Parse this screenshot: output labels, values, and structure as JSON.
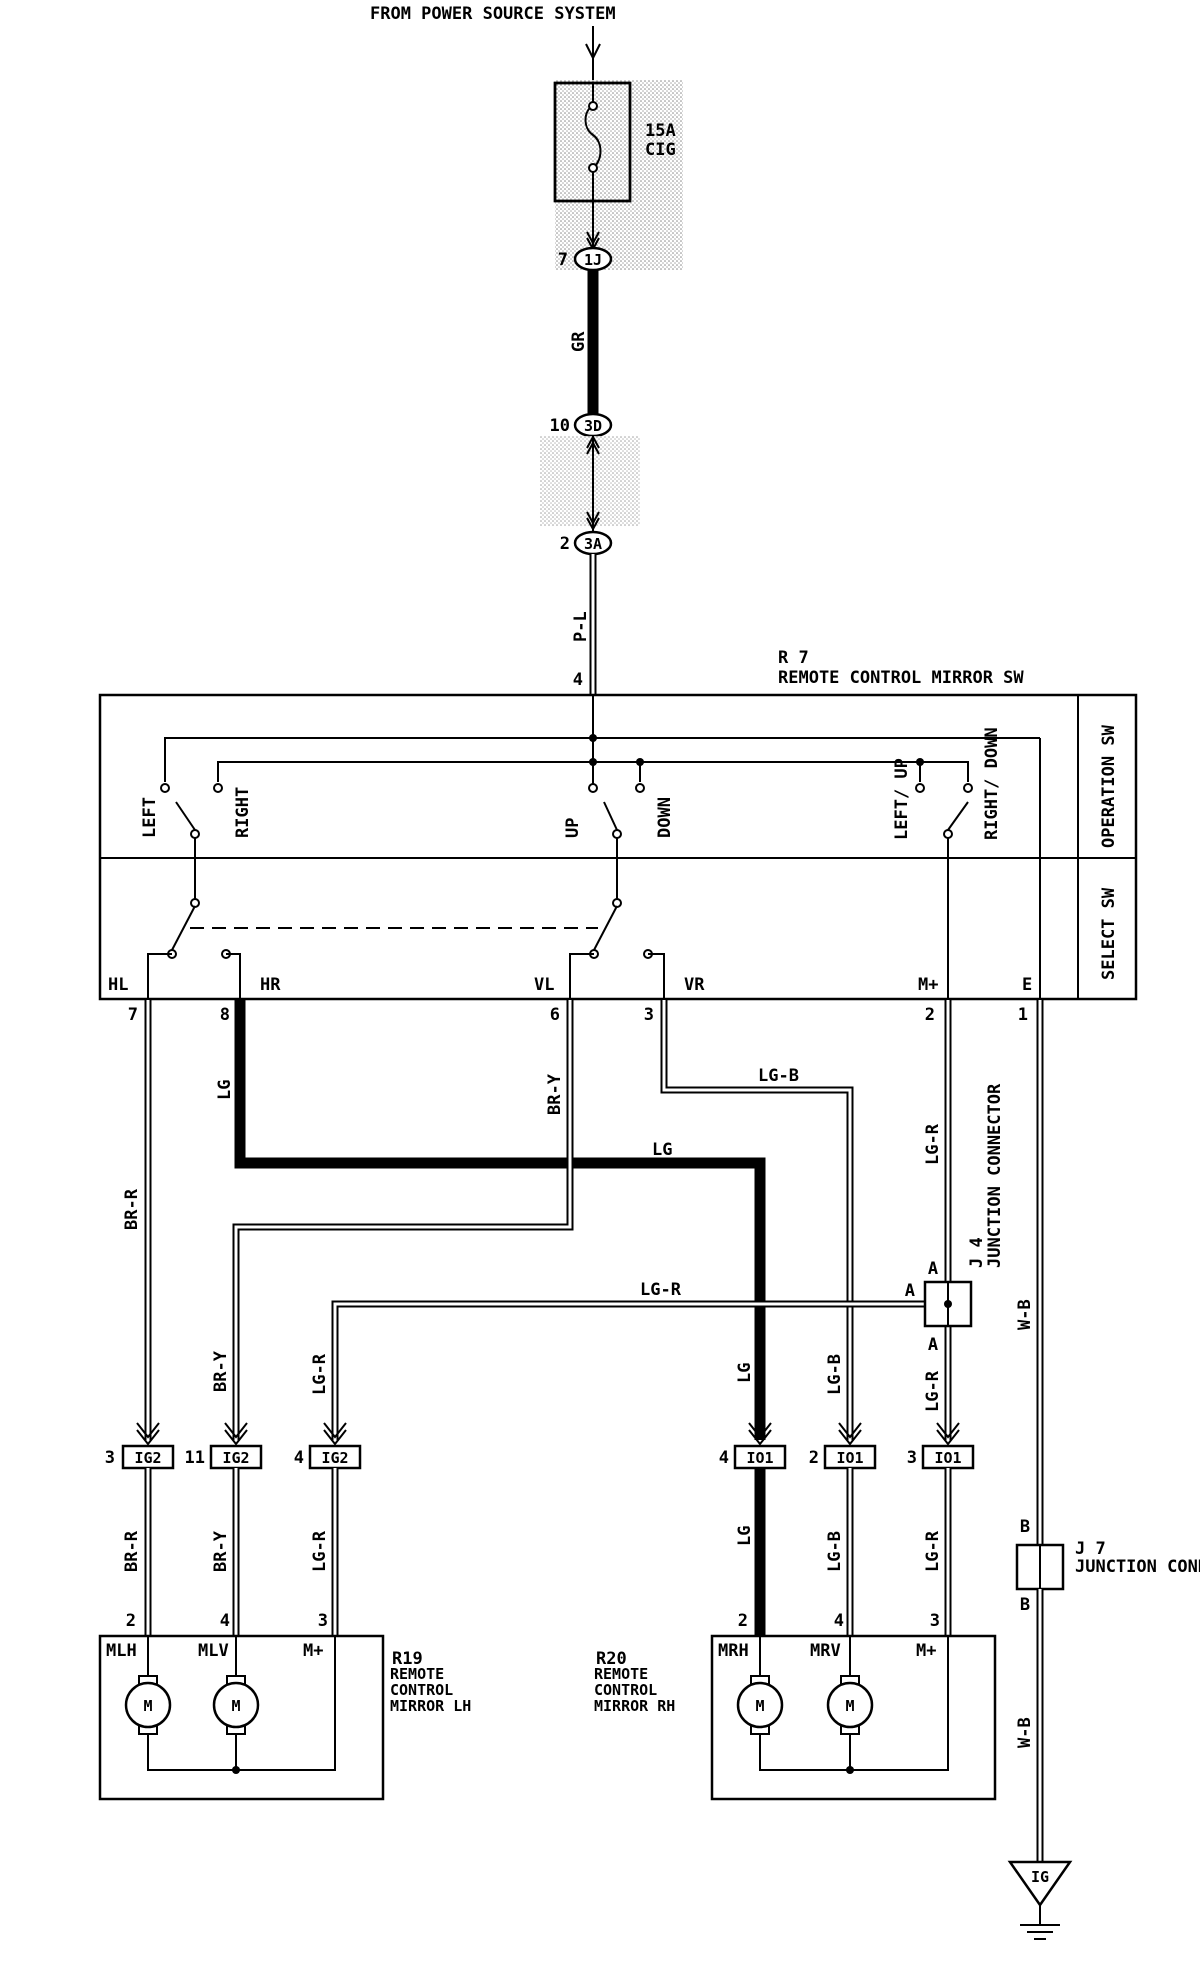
{
  "source_label": "FROM POWER SOURCE SYSTEM",
  "fuse": {
    "rating": "15A",
    "name": "CIG"
  },
  "connectors": {
    "c1j": {
      "id": "1J",
      "pin": "7"
    },
    "c3d": {
      "id": "3D",
      "pin": "10"
    },
    "c3a": {
      "id": "3A",
      "pin": "2"
    },
    "ig2_a": {
      "id": "IG2",
      "pin": "3"
    },
    "ig2_b": {
      "id": "IG2",
      "pin": "11"
    },
    "ig2_c": {
      "id": "IG2",
      "pin": "4"
    },
    "io1_a": {
      "id": "IO1",
      "pin": "4"
    },
    "io1_b": {
      "id": "IO1",
      "pin": "2"
    },
    "io1_c": {
      "id": "IO1",
      "pin": "3"
    }
  },
  "wires": {
    "gr": "GR",
    "pl": "P-L",
    "lg": "LG",
    "bry": "BR-Y",
    "brr": "BR-R",
    "lgb": "LG-B",
    "lgr": "LG-R",
    "wb": "W-B"
  },
  "switch": {
    "code": "R 7",
    "name": "REMOTE CONTROL MIRROR SW",
    "operation_label": "OPERATION SW",
    "select_label": "SELECT SW",
    "input_pin": "4",
    "operation_contacts": [
      "LEFT",
      "RIGHT",
      "UP",
      "DOWN",
      "LEFT/ UP",
      "RIGHT/ DOWN"
    ],
    "terminals": [
      "HL",
      "HR",
      "VL",
      "VR",
      "M+",
      "E"
    ],
    "terminal_pins": [
      "7",
      "8",
      "6",
      "3",
      "2",
      "1"
    ]
  },
  "junction_j4": {
    "code": "J 4",
    "name": "JUNCTION CONNECTOR",
    "pin_label": "A"
  },
  "junction_j7": {
    "code": "J 7",
    "name": "JUNCTION CONNECTOR",
    "pin_label": "B"
  },
  "mirror_lh": {
    "code": "R19",
    "name": "REMOTE CONTROL MIRROR LH",
    "terminals": [
      "MLH",
      "MLV",
      "M+"
    ],
    "pins": [
      "2",
      "4",
      "3"
    ],
    "motor_label": "M"
  },
  "mirror_rh": {
    "code": "R20",
    "name": "REMOTE CONTROL MIRROR RH",
    "terminals": [
      "MRH",
      "MRV",
      "M+"
    ],
    "pins": [
      "2",
      "4",
      "3"
    ],
    "motor_label": "M"
  },
  "ground": {
    "id": "IG"
  }
}
